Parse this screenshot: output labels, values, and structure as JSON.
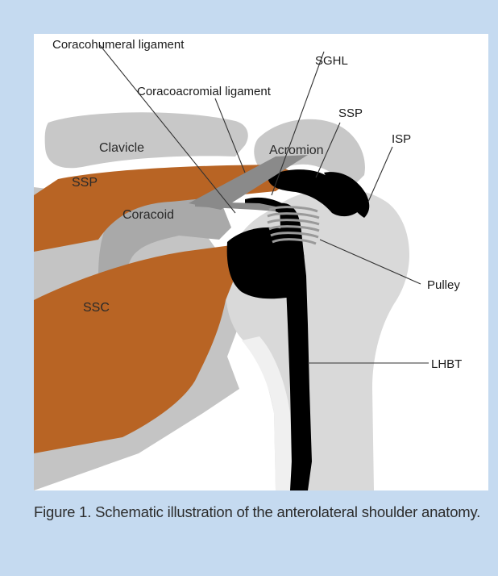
{
  "figure": {
    "labels": {
      "coracohumeral": "Coracohumeral ligament",
      "sghl": "SGHL",
      "coracoacromial": "Coracoacromial ligament",
      "ssp_top": "SSP",
      "isp": "ISP",
      "clavicle": "Clavicle",
      "acromion": "Acromion",
      "ssp_left": "SSP",
      "coracoid": "Coracoid",
      "ssc": "SSC",
      "pulley": "Pulley",
      "lhbt": "LHBT"
    },
    "colors": {
      "frame_background": "#c5daf0",
      "bone_light": "#d6d6d6",
      "bone_dark": "#b0b0b0",
      "muscle": "#b86424",
      "tendon": "#000000",
      "ligament": "#8a8a8a"
    }
  },
  "caption": "Figure 1. Schematic illustration of the anterolateral shoulder anatomy."
}
